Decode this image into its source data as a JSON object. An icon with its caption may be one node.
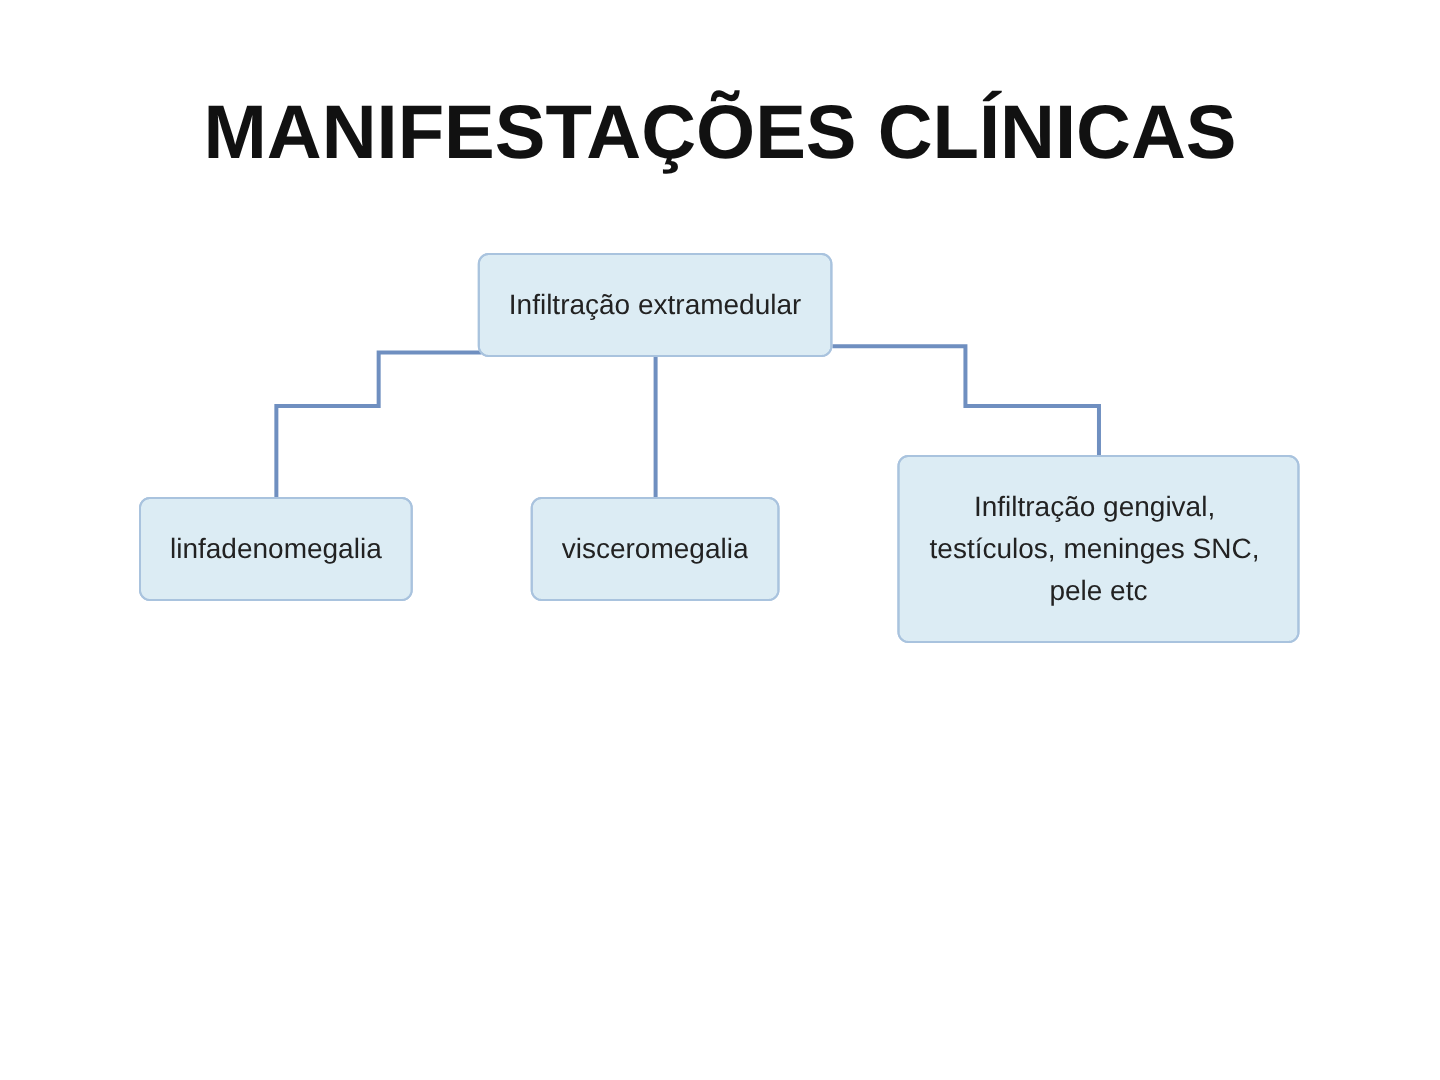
{
  "diagram": {
    "title": "MANIFESTAÇÕES CLÍNICAS",
    "nodes": [
      {
        "text": [
          "Infiltração extramedular"
        ]
      },
      {
        "text": [
          "linfadenomegalia"
        ]
      },
      {
        "text": [
          "visceromegalia"
        ]
      },
      {
        "text": [
          "Infiltração gengival, testículos, meninges SNC, pele etc"
        ]
      }
    ],
    "edges": [
      {
        "from": 0,
        "to": 1,
        "arrow": "none"
      },
      {
        "from": 0,
        "to": 2,
        "arrow": "none"
      },
      {
        "from": 0,
        "to": 3,
        "arrow": "none"
      }
    ]
  }
}
